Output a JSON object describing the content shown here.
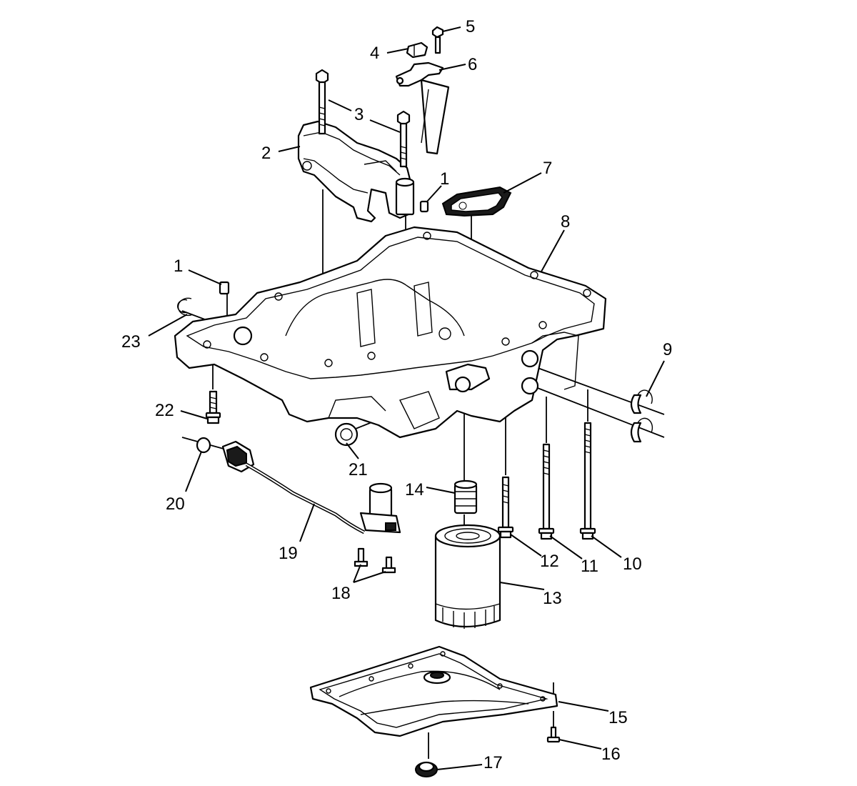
{
  "callouts": [
    {
      "id": "c1a",
      "label": "1"
    },
    {
      "id": "c1b",
      "label": "1"
    },
    {
      "id": "c2",
      "label": "2"
    },
    {
      "id": "c3",
      "label": "3"
    },
    {
      "id": "c4",
      "label": "4"
    },
    {
      "id": "c5",
      "label": "5"
    },
    {
      "id": "c6",
      "label": "6"
    },
    {
      "id": "c7",
      "label": "7"
    },
    {
      "id": "c8",
      "label": "8"
    },
    {
      "id": "c9",
      "label": "9"
    },
    {
      "id": "c10",
      "label": "10"
    },
    {
      "id": "c11",
      "label": "11"
    },
    {
      "id": "c12",
      "label": "12"
    },
    {
      "id": "c13",
      "label": "13"
    },
    {
      "id": "c14",
      "label": "14"
    },
    {
      "id": "c15",
      "label": "15"
    },
    {
      "id": "c16",
      "label": "16"
    },
    {
      "id": "c17",
      "label": "17"
    },
    {
      "id": "c18",
      "label": "18"
    },
    {
      "id": "c19",
      "label": "19"
    },
    {
      "id": "c20",
      "label": "20"
    },
    {
      "id": "c21",
      "label": "21"
    },
    {
      "id": "c22",
      "label": "22"
    },
    {
      "id": "c23",
      "label": "23"
    }
  ]
}
